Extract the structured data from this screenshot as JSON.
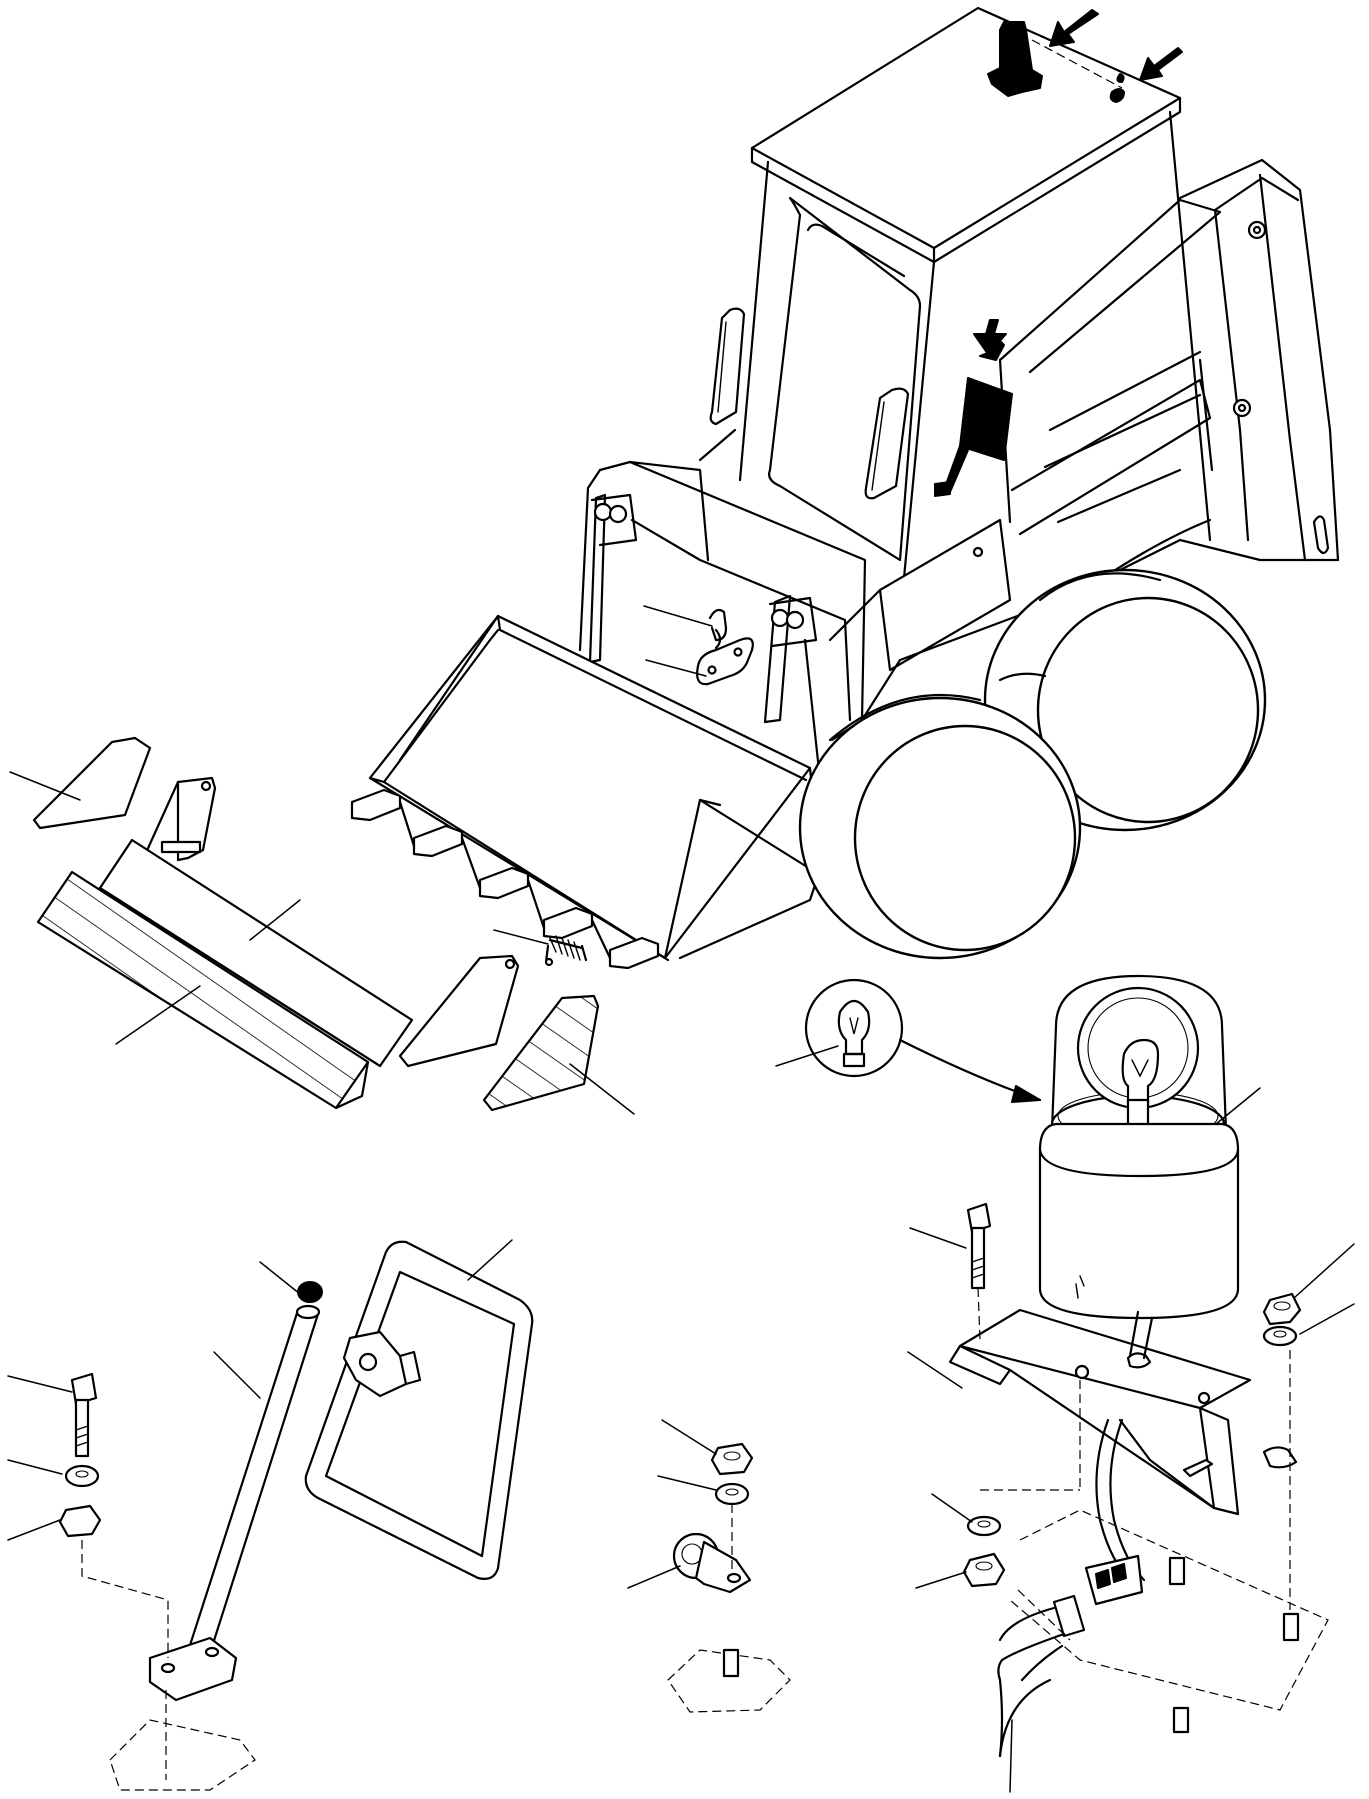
{
  "diagram": {
    "parts": [
      "skid-steer-loader",
      "warning-beacon",
      "beacon-bulb",
      "mirror",
      "mirror-arm",
      "reflective-strip",
      "side-panel",
      "spring",
      "mounting-bracket",
      "bolt",
      "nut",
      "washer",
      "cable-connector",
      "pipe-clamp"
    ],
    "colors": {
      "ink": "#000000",
      "paper": "#ffffff"
    }
  }
}
